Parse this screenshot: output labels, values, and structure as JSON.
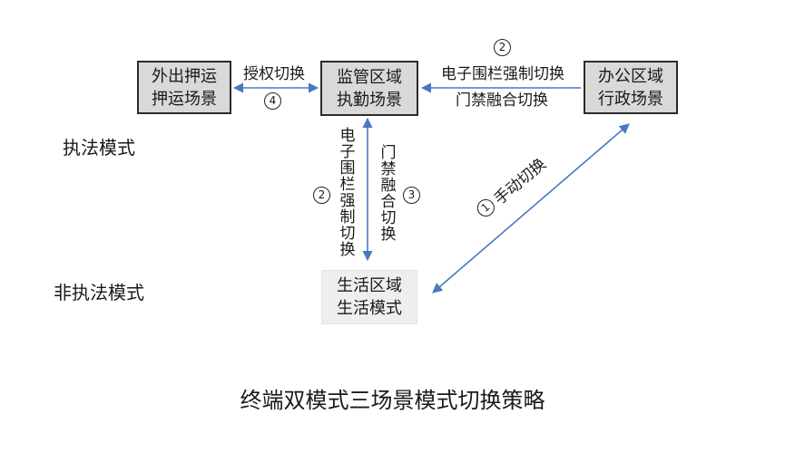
{
  "nodes": {
    "outing": [
      "外出押运",
      "押运场景"
    ],
    "supervision": [
      "监管区域",
      "执勤场景"
    ],
    "office": [
      "办公区域",
      "行政场景"
    ],
    "living": [
      "生活区域",
      "生活模式"
    ]
  },
  "edges": {
    "auth_switch": {
      "label": "授权切换",
      "marker": "4"
    },
    "office_to_supervision": {
      "marker": "2",
      "line1": "电子围栏强制切换",
      "line2": "门禁融合切换"
    },
    "vertical_left": {
      "marker": "2",
      "text": [
        "电",
        "子",
        "围",
        "栏",
        "强",
        "制",
        "切",
        "换"
      ]
    },
    "vertical_right": {
      "marker": "3",
      "text": [
        "门",
        "禁",
        "融",
        "合",
        "切",
        "换"
      ]
    },
    "manual": {
      "marker": "1",
      "label": "手动切换"
    }
  },
  "modes": {
    "law_enforcement": "执法模式",
    "non_law_enforcement": "非执法模式"
  },
  "caption": "终端双模式三场景模式切换策略",
  "colors": {
    "arrow": "#4a78c0",
    "box_dark_fill": "#d9d9d9",
    "box_light_fill": "#eeeeee",
    "border": "#2b2b2b"
  }
}
